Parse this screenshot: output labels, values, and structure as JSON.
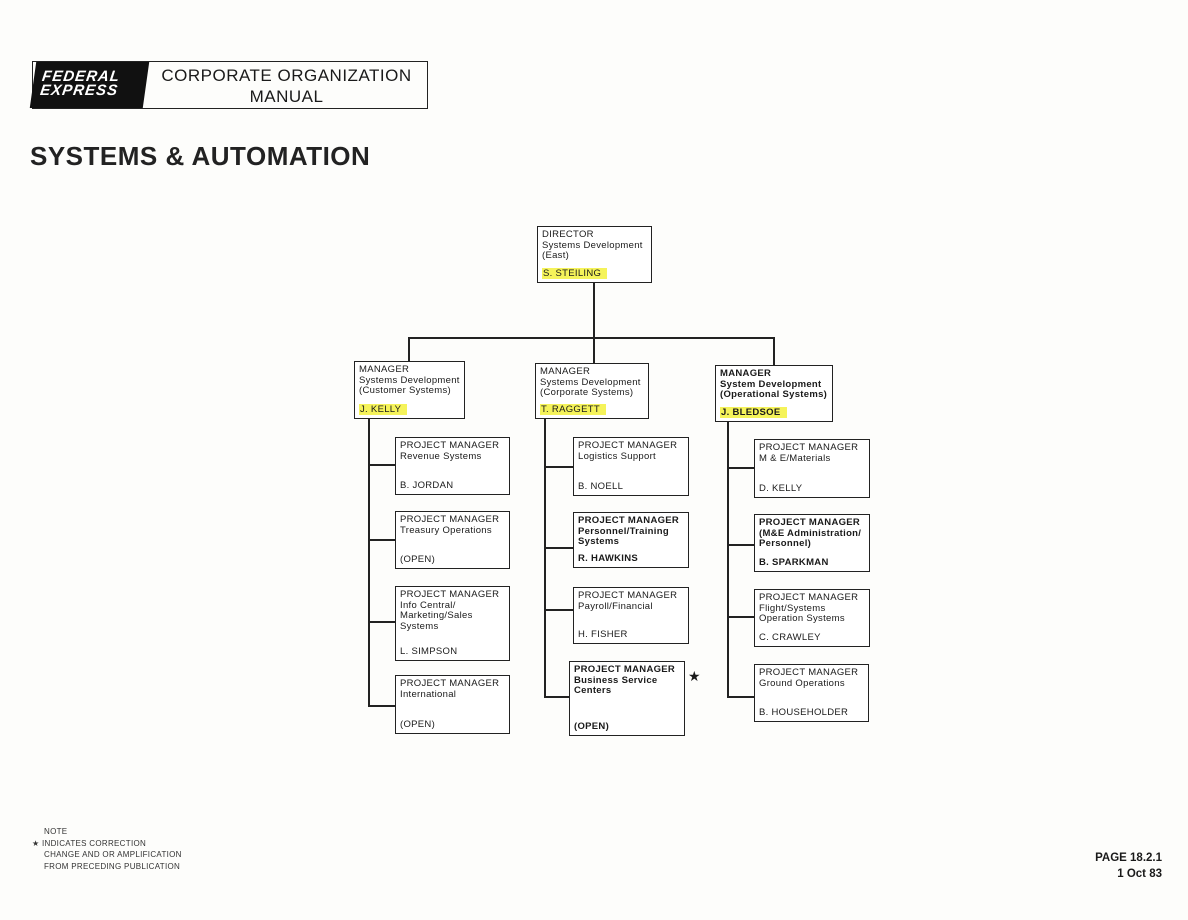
{
  "header": {
    "logo": "FEDERAL EXPRESS",
    "title_line1": "CORPORATE ORGANIZATION",
    "title_line2": "MANUAL"
  },
  "page_title": "SYSTEMS & AUTOMATION",
  "director": {
    "title": "DIRECTOR",
    "dept1": "Systems Development",
    "dept2": "(East)",
    "name": "S. STEILING"
  },
  "managers": [
    {
      "title": "MANAGER",
      "dept1": "Systems Development",
      "dept2": "(Customer Systems)",
      "name": "J. KELLY"
    },
    {
      "title": "MANAGER",
      "dept1": "Systems Development",
      "dept2": "(Corporate Systems)",
      "name": "T. RAGGETT"
    },
    {
      "title": "MANAGER",
      "dept1": "System Development",
      "dept2": "(Operational Systems)",
      "name": "J. BLEDSOE"
    }
  ],
  "project_managers": [
    [
      {
        "title": "PROJECT MANAGER",
        "dept": [
          "Revenue Systems"
        ],
        "name": "B. JORDAN"
      },
      {
        "title": "PROJECT MANAGER",
        "dept": [
          "Treasury Operations"
        ],
        "name": "(OPEN)"
      },
      {
        "title": "PROJECT MANAGER",
        "dept": [
          "Info Central/",
          "Marketing/Sales",
          "Systems"
        ],
        "name": "L. SIMPSON"
      },
      {
        "title": "PROJECT MANAGER",
        "dept": [
          "International"
        ],
        "name": "(OPEN)"
      }
    ],
    [
      {
        "title": "PROJECT MANAGER",
        "dept": [
          "Logistics Support"
        ],
        "name": "B. NOELL"
      },
      {
        "title": "PROJECT MANAGER",
        "dept": [
          "Personnel/Training",
          "Systems"
        ],
        "name": "R. HAWKINS"
      },
      {
        "title": "PROJECT MANAGER",
        "dept": [
          "Payroll/Financial"
        ],
        "name": "H. FISHER"
      },
      {
        "title": "PROJECT MANAGER",
        "dept": [
          "Business Service",
          "Centers"
        ],
        "name": "(OPEN)"
      }
    ],
    [
      {
        "title": "PROJECT MANAGER",
        "dept": [
          "M & E/Materials"
        ],
        "name": "D. KELLY"
      },
      {
        "title": "PROJECT MANAGER",
        "dept": [
          "(M&E Administration/",
          "Personnel)"
        ],
        "name": "B. SPARKMAN"
      },
      {
        "title": "PROJECT MANAGER",
        "dept": [
          "Flight/Systems",
          "Operation Systems"
        ],
        "name": "C. CRAWLEY"
      },
      {
        "title": "PROJECT MANAGER",
        "dept": [
          "Ground Operations"
        ],
        "name": "B. HOUSEHOLDER"
      }
    ]
  ],
  "correction_star": "★",
  "note": {
    "line1": "NOTE",
    "line2": "★ INDICATES CORRECTION",
    "line3": "CHANGE AND OR AMPLIFICATION",
    "line4": "FROM PRECEDING PUBLICATION"
  },
  "footer": {
    "page": "PAGE 18.2.1",
    "date": "1 Oct 83"
  }
}
